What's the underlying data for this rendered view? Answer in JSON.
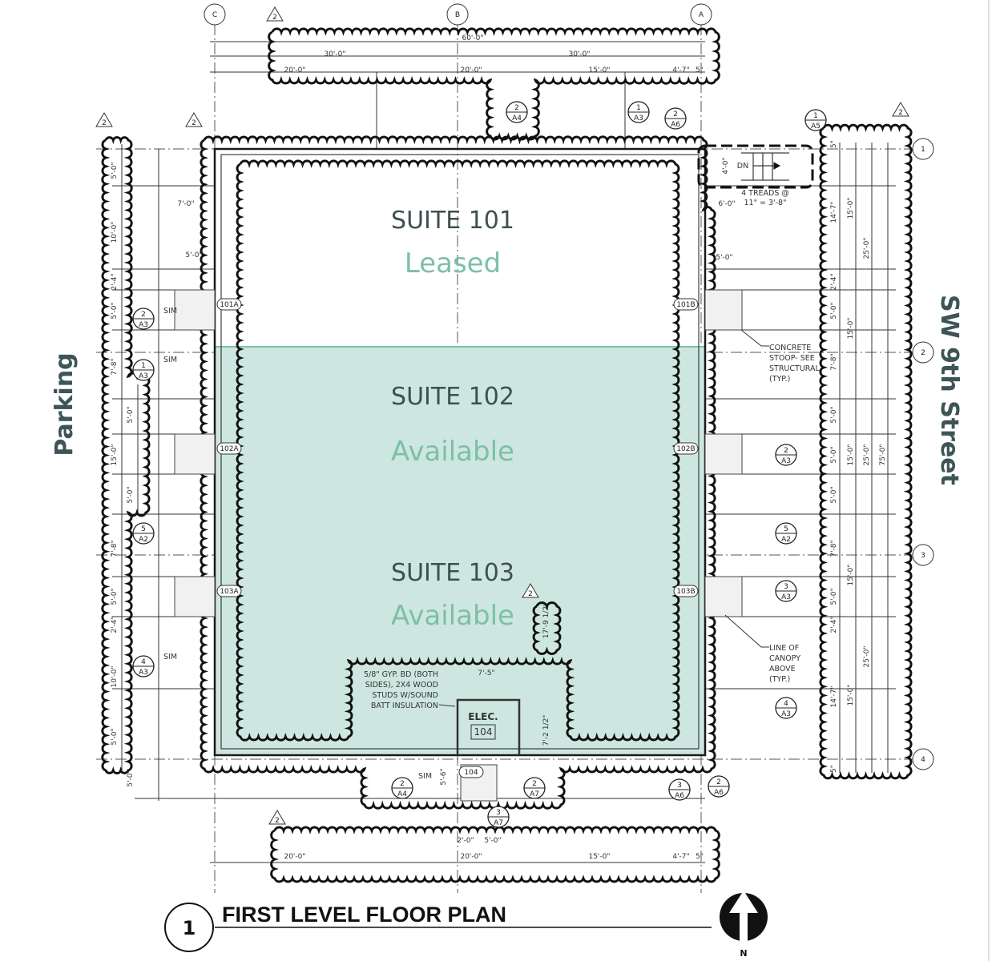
{
  "drawing_title": "FIRST LEVEL FLOOR PLAN",
  "drawing_number": "1",
  "north_label": "N",
  "street_labels": {
    "left": "Parking",
    "right": "SW 9th Street"
  },
  "suites": [
    {
      "name": "SUITE 101",
      "status": "Leased"
    },
    {
      "name": "SUITE 102",
      "status": "Available"
    },
    {
      "name": "SUITE 103",
      "status": "Available"
    }
  ],
  "colors": {
    "suite_text": "#3e5051",
    "status_text": "#7dbfa9",
    "available_fill": "#cde7e0",
    "available_border": "#7fc0ae",
    "linework": "#1a1a1a"
  },
  "room": {
    "name": "ELEC.",
    "number": "104"
  },
  "grid_bubbles": [
    "C",
    "B",
    "A",
    "1",
    "2",
    "3",
    "4"
  ],
  "revision_tags": [
    "2",
    "2",
    "2",
    "2",
    "2",
    "2"
  ],
  "section_markers": [
    {
      "num": "2",
      "sheet": "A4"
    },
    {
      "num": "1",
      "sheet": "A3"
    },
    {
      "num": "2",
      "sheet": "A6"
    },
    {
      "num": "1",
      "sheet": "A5"
    },
    {
      "num": "2",
      "sheet": "A3"
    },
    {
      "num": "1",
      "sheet": "A3"
    },
    {
      "num": "5",
      "sheet": "A2"
    },
    {
      "num": "4",
      "sheet": "A3"
    },
    {
      "num": "2",
      "sheet": "A3"
    },
    {
      "num": "5",
      "sheet": "A2"
    },
    {
      "num": "3",
      "sheet": "A3"
    },
    {
      "num": "4",
      "sheet": "A3"
    },
    {
      "num": "2",
      "sheet": "A4"
    },
    {
      "num": "2",
      "sheet": "A7"
    },
    {
      "num": "3",
      "sheet": "A7"
    },
    {
      "num": "3",
      "sheet": "A6"
    },
    {
      "num": "2",
      "sheet": "A6"
    }
  ],
  "door_tags": [
    "101A",
    "101B",
    "102A",
    "102B",
    "103A",
    "103B",
    "104"
  ],
  "dimensions": [
    "60'-0\"",
    "30'-0\"",
    "30'-0\"",
    "20'-0\"",
    "20'-0\"",
    "15'-0\"",
    "4'-7\"",
    "5\"",
    "5'-0\"",
    "10'-0\"",
    "2'-4\"",
    "5'-0\"",
    "7'-8\"",
    "5'-0\"",
    "15'-0\"",
    "5'-0\"",
    "7'-8\"",
    "5'-0\"",
    "2'-4\"",
    "10'-0\"",
    "5'-0\"",
    "5'-0\"",
    "7'-0\"",
    "5'-0\"",
    "4'-0\"",
    "6'-0\"",
    "5'-0\"",
    "5\"",
    "14'-7\"",
    "2'-4\"",
    "5'-0\"",
    "7'-8\"",
    "5'-0\"",
    "5'-0\"",
    "5'-0\"",
    "7'-8\"",
    "5'-0\"",
    "2'-4\"",
    "14'-7\"",
    "5\"",
    "15'-0\"",
    "15'-0\"",
    "15'-0\"",
    "15'-0\"",
    "15'-0\"",
    "25'-0\"",
    "25'-0\"",
    "25'-0\"",
    "75'-0\"",
    "7'-5\"",
    "7'-2 1/2\"",
    "17'-9 1/2\"",
    "5'-6\"",
    "2'-0\"",
    "5'-0\"",
    "20'-0\"",
    "20'-0\"",
    "15'-0\"",
    "4'-7\"",
    "5\""
  ],
  "notes": {
    "sim": [
      "SIM",
      "SIM",
      "SIM",
      "SIM"
    ],
    "stair": [
      "DN",
      "4 TREADS @",
      "11\" = 3'-8\""
    ],
    "stoop": [
      "CONCRETE",
      "STOOP- SEE",
      "STRUCTURAL",
      "(TYP.)"
    ],
    "canopy": [
      "LINE OF",
      "CANOPY",
      "ABOVE",
      "(TYP.)"
    ],
    "partition": [
      "5/8\" GYP. BD (BOTH",
      "SIDES), 2X4 WOOD",
      "STUDS W/SOUND",
      "BATT INSULATION"
    ]
  }
}
